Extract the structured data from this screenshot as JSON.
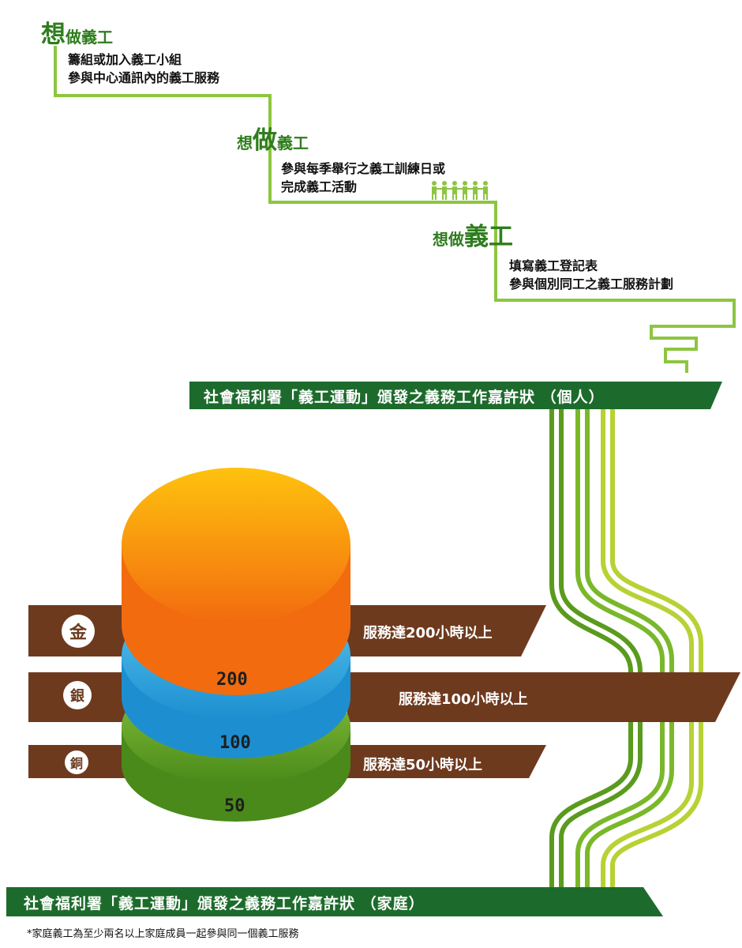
{
  "colors": {
    "green_dark": "#1d6b2c",
    "green_line": "#8cc63f",
    "brown": "#6e3a1e",
    "gold": "#f7941d",
    "silver": "#29aae2",
    "bronze": "#6aa61e"
  },
  "steps": [
    {
      "heading": {
        "first": "想",
        "second": "做",
        "third": "義工",
        "emphasis": "first"
      },
      "lines": [
        "籌組或加入義工小組",
        "參與中心通訊內的義工服務"
      ]
    },
    {
      "heading": {
        "first": "想",
        "second": "做",
        "third": "義工",
        "emphasis": "second"
      },
      "lines": [
        "參與每季舉行之義工訓練日或",
        "完成義工活動"
      ]
    },
    {
      "heading": {
        "first": "想",
        "second": "做",
        "third": "義工",
        "emphasis": "third"
      },
      "lines": [
        "填寫義工登記表",
        "參與個別同工之義工服務計劃"
      ]
    }
  ],
  "banner_individual": "社會福利署「義工運動」頒發之義務工作嘉許狀 （個人）",
  "banner_family": "社會福利署「義工運動」頒發之義務工作嘉許狀 （家庭）",
  "tiers": [
    {
      "medal": "金",
      "label": "服務達200小時以上",
      "hours": "200"
    },
    {
      "medal": "銀",
      "label": "服務達100小時以上",
      "hours": "100"
    },
    {
      "medal": "銅",
      "label": "服務達50小時以上",
      "hours": "50"
    }
  ],
  "footnote": "*家庭義工為至少兩名以上家庭成員一起參與同一個義工服務",
  "icons": [
    "volunteer-people-icon"
  ]
}
